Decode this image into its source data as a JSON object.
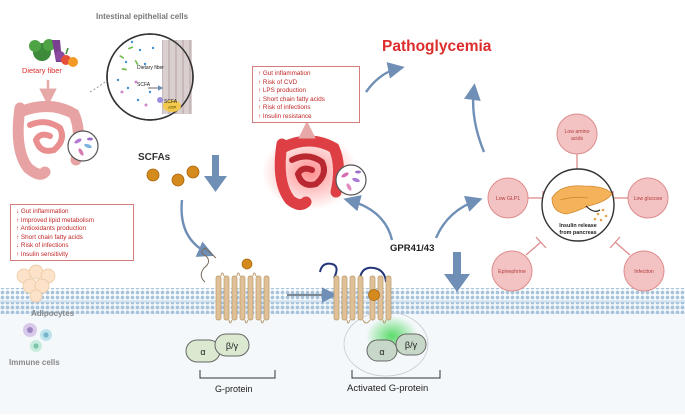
{
  "labels": {
    "intestinal_epithelial_cells": "Intestinal epithelial cells",
    "dietary_fiber": "Dietary fiber",
    "dietary_fiber_inset": "Dietary fiber",
    "scfa_inset": "SCFA",
    "scfa_receptor": "SCFA",
    "atp": "ATP",
    "scfas": "SCFAs",
    "pathoglycemia": "Pathoglycemia",
    "gpr": "GPR41/43",
    "adipocytes": "Adipocytes",
    "immune_cells": "Immune cells",
    "g_protein": "G-protein",
    "activated_g_protein": "Activated G-protein",
    "alpha": "α",
    "beta_gamma": "β/γ",
    "alpha2": "α",
    "beta_gamma2": "β/γ"
  },
  "benefits": [
    "↓ Gut inflammation",
    "↑ Improved lipid metabolism",
    "↑ Antioxidants production",
    "↑ Short chain fatty acids",
    "↓ Risk of infections",
    "↑ Insulin sensitivity"
  ],
  "harms": [
    "↑ Gut inflammation",
    "↑ Risk of CVD",
    "↑ LPS production",
    "↓ Short chain fatty acids",
    "↑ Risk of infections",
    "↑ Insulin resistance"
  ],
  "pancreas": {
    "center_label_1": "Insulin release",
    "center_label_2": "from pancreas",
    "inhibitors": [
      {
        "id": "low-amino-acids",
        "line1": "Low amino",
        "line2": "acids"
      },
      {
        "id": "low-glp1",
        "line1": "Low GLP1",
        "line2": ""
      },
      {
        "id": "low-glucose",
        "line1": "Low glucose",
        "line2": ""
      },
      {
        "id": "epinephrine",
        "line1": "Epinephrine",
        "line2": ""
      },
      {
        "id": "infection",
        "line1": "Infection",
        "line2": ""
      }
    ]
  },
  "colors": {
    "accent_red": "#dc2c2c",
    "arrow_blue": "#6f8fb6",
    "arrow_light": "#9fb4cf",
    "inhibitor_fill": "#f3c3c3",
    "inhibitor_stroke": "#dd8c8c",
    "membrane": "#a7c4dc",
    "receptor": "#e0c197",
    "scfa_dot": "#d48a1c"
  }
}
